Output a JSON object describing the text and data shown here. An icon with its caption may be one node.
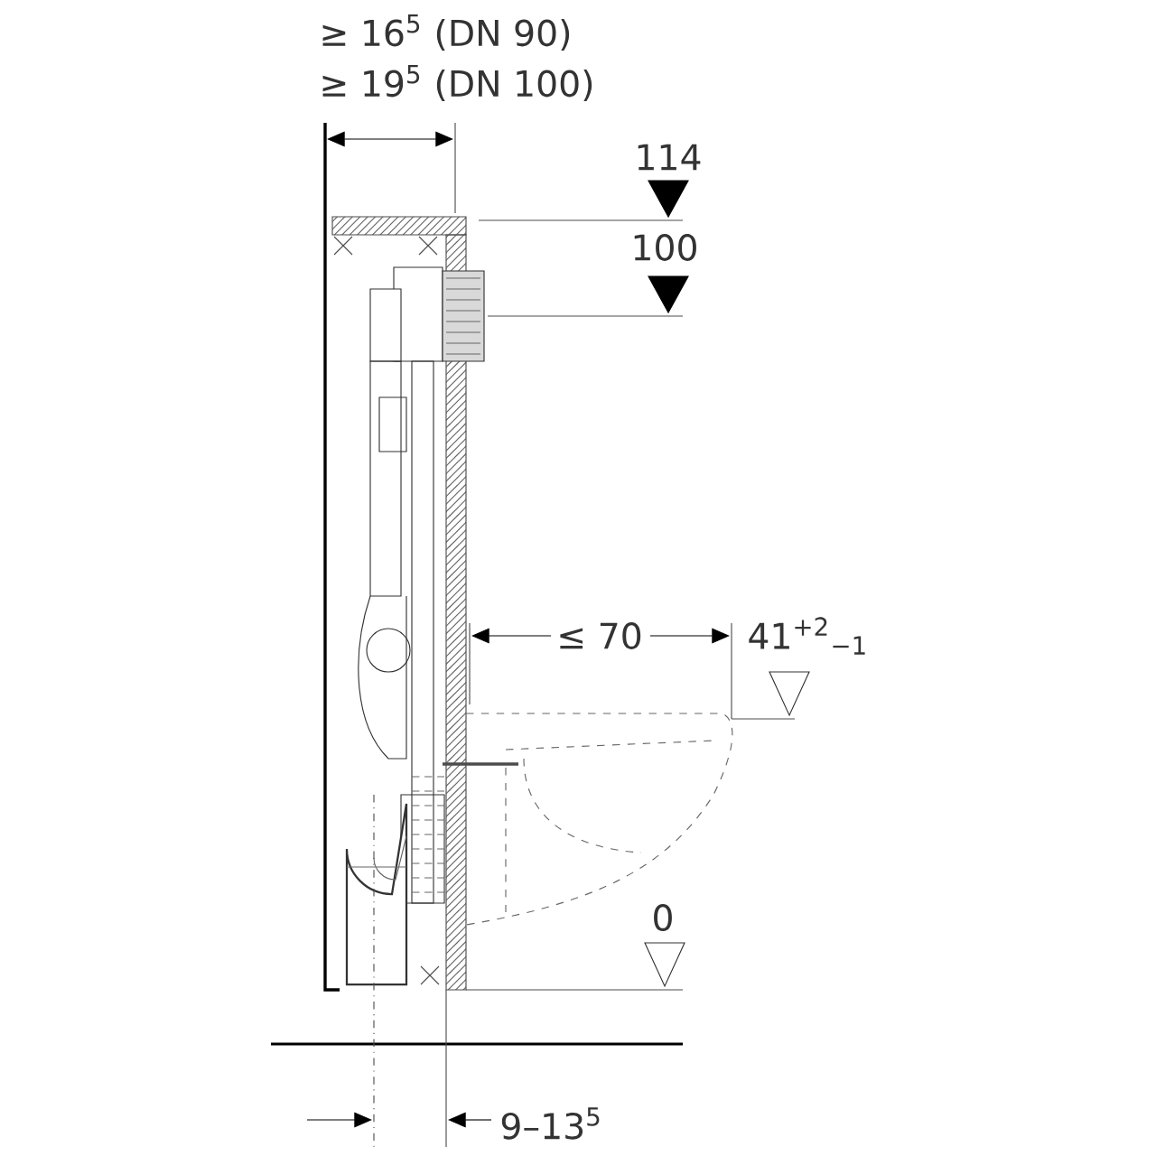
{
  "diagram": {
    "labels": [
      "≥ 16$^{5}$ (DN 90)",
      "≥ 19$^{5}$ (DN 100)",
      "114",
      "100",
      "≤ 70",
      "41$^{+2}$$_{−1}$",
      "0",
      "9–13$^{5}$"
    ]
  }
}
